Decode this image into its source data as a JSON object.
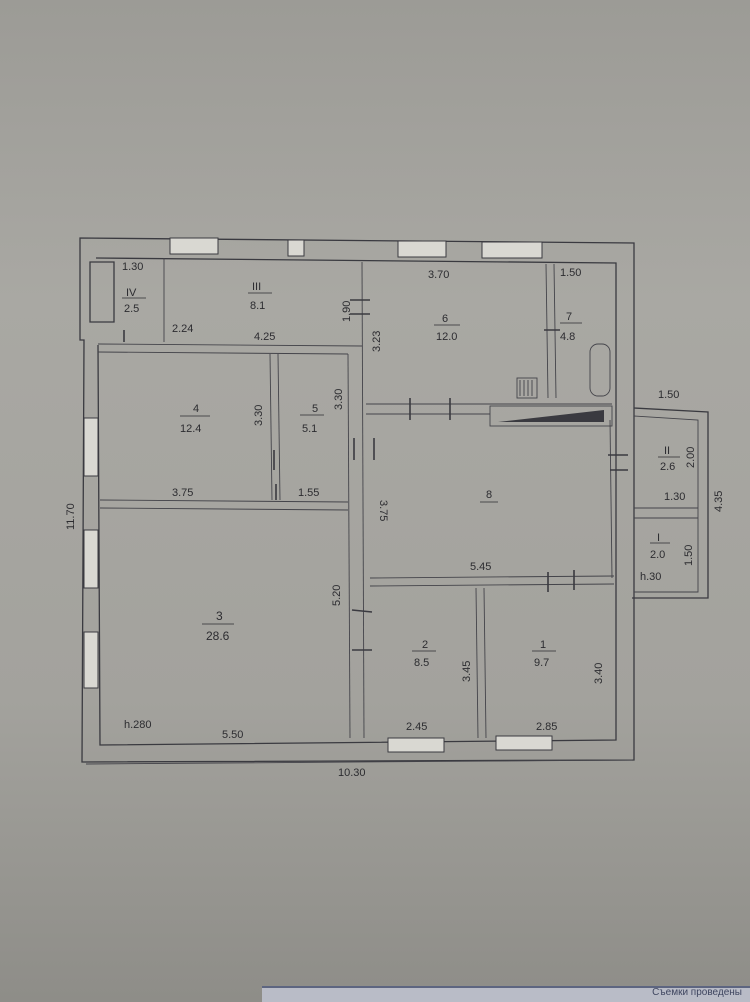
{
  "rooms": [
    {
      "id": "IV",
      "area": "2.5"
    },
    {
      "id": "III",
      "area": "8.1"
    },
    {
      "id": "6",
      "area": "12.0"
    },
    {
      "id": "7",
      "area": "4.8"
    },
    {
      "id": "4",
      "area": "12.4"
    },
    {
      "id": "5",
      "area": "5.1"
    },
    {
      "id": "8",
      "area": ""
    },
    {
      "id": "II",
      "area": "2.6"
    },
    {
      "id": "I",
      "area": "2.0"
    },
    {
      "id": "3",
      "area": "28.6"
    },
    {
      "id": "2",
      "area": "8.5"
    },
    {
      "id": "1",
      "area": "9.7"
    }
  ],
  "dimensions": [
    "1.30",
    "2.24",
    "4.25",
    "1.90",
    "3.23",
    "3.70",
    "1.50",
    "3.30",
    "3.30",
    "3.75",
    "1.55",
    "3.75",
    "1.50",
    "2.00",
    "4.35",
    "1.30",
    "1.50",
    "5.45",
    "h.30",
    "11.70",
    "5.20",
    "3.45",
    "3.40",
    "h.280",
    "5.50",
    "2.45",
    "2.85",
    "10.30"
  ],
  "footer": {
    "stamp_text": "Съемки проведены"
  }
}
